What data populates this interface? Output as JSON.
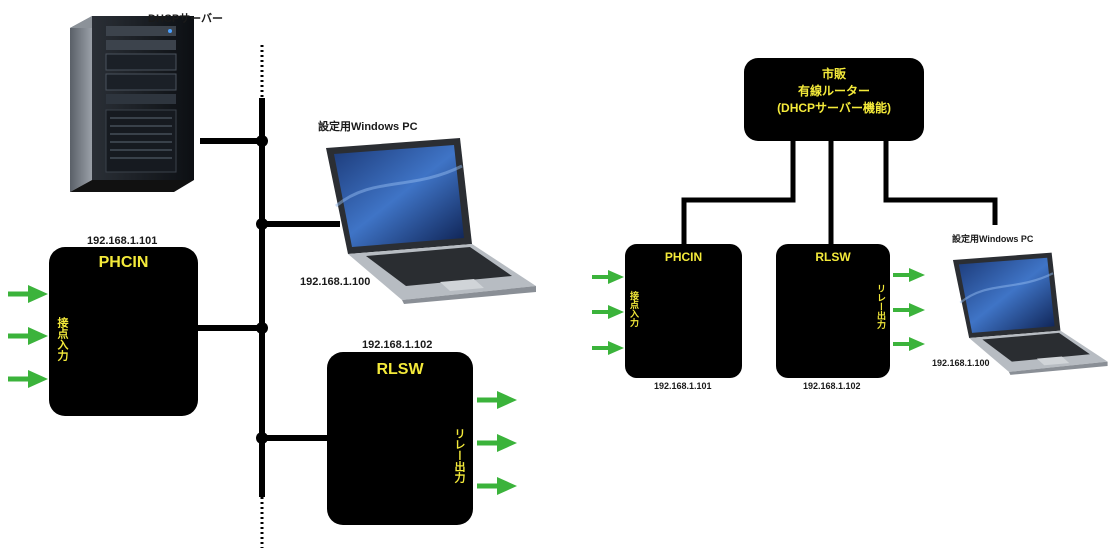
{
  "left": {
    "server_label": "DHCPサーバー",
    "laptop_label": "設定用Windows PC",
    "laptop_ip": "192.168.1.100",
    "phcin": {
      "title": "PHCIN",
      "ip": "192.168.1.101",
      "port_label": "接点入力"
    },
    "rlsw": {
      "title": "RLSW",
      "ip": "192.168.1.102",
      "port_label": "リレー出力"
    }
  },
  "right": {
    "router": {
      "line1": "市販",
      "line2": "有線ルーター",
      "line3": "(DHCPサーバー機能)"
    },
    "laptop_label": "設定用Windows PC",
    "laptop_ip": "192.168.1.100",
    "phcin": {
      "title": "PHCIN",
      "ip": "192.168.1.101",
      "port_label": "接点入力"
    },
    "rlsw": {
      "title": "RLSW",
      "ip": "192.168.1.102",
      "port_label": "リレー出力"
    }
  },
  "colors": {
    "box": "#000000",
    "label_yellow": "#f4ea3a",
    "arrow_green": "#3bb33b",
    "bus": "#000000"
  },
  "icons": [
    "server-icon",
    "laptop-icon",
    "arrow-icon"
  ]
}
